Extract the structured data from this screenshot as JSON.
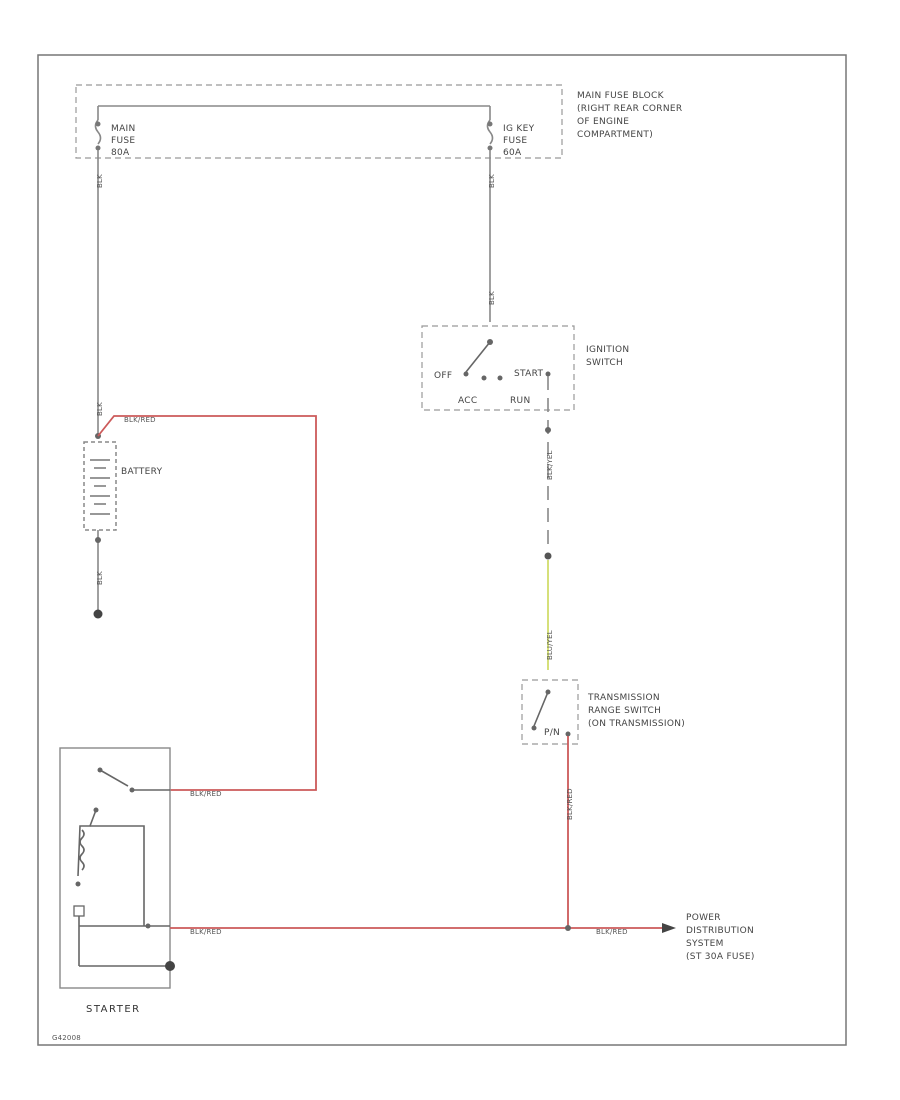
{
  "labels": {
    "main_fuse_block": [
      "MAIN FUSE BLOCK",
      "(RIGHT REAR CORNER",
      "OF ENGINE",
      "COMPARTMENT)"
    ],
    "main_fuse": [
      "MAIN",
      "FUSE",
      "80A"
    ],
    "ig_key_fuse": [
      "IG KEY",
      "FUSE",
      "60A"
    ],
    "ignition_switch": [
      "IGNITION",
      "SWITCH"
    ],
    "ign_positions": {
      "off": "OFF",
      "start": "START",
      "acc": "ACC",
      "run": "RUN"
    },
    "battery": "BATTERY",
    "transmission_range_switch": [
      "TRANSMISSION",
      "RANGE SWITCH",
      "(ON TRANSMISSION)"
    ],
    "trs_pos": "P/N",
    "power_distribution": [
      "POWER",
      "DISTRIBUTION",
      "SYSTEM",
      "(ST 30A FUSE)"
    ],
    "starter": "STARTER",
    "figure_id": "G42008"
  },
  "wires": {
    "main_fuse_down": "BLK",
    "ig_fuse_down": "BLK",
    "ign_in": "BLK",
    "bat_pos": "BLK",
    "bat_neg": "BLK",
    "bat_to_starter": "BLK/RED",
    "ign_out": "BLK/YEL",
    "trs_in": "BLU/YEL",
    "trs_out": "BLK/RED",
    "starter_sol": "BLK/RED",
    "pds": "BLK/RED",
    "starter_motor": "BLK/RED"
  },
  "colors": {
    "wire": "#888888",
    "red_wire": "#cc5a5a",
    "yellow_wire": "#d6e07a",
    "dash_box": "#999999"
  }
}
